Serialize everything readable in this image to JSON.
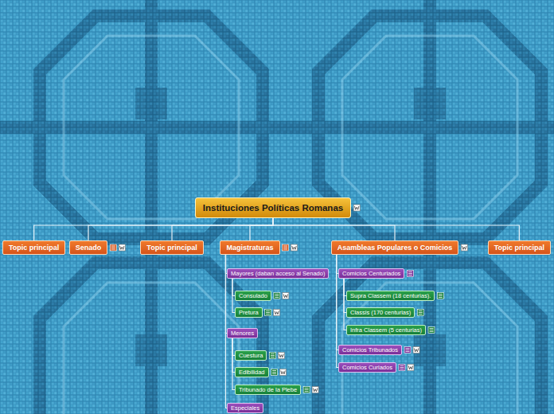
{
  "diagram": {
    "nodes": [
      {
        "text": [
          "Instituciones Políticas Romanas"
        ]
      },
      {
        "text": [
          "Topic principal"
        ]
      },
      {
        "text": [
          "Senado"
        ]
      },
      {
        "text": [
          "Topic principal"
        ]
      },
      {
        "text": [
          "Magistraturas"
        ]
      },
      {
        "text": [
          "Mayores (daban acceso al Senado)"
        ]
      },
      {
        "text": [
          "Consulado"
        ]
      },
      {
        "text": [
          "Pretura"
        ]
      },
      {
        "text": [
          "Menores"
        ]
      },
      {
        "text": [
          "Cuestura"
        ]
      },
      {
        "text": [
          "Edibilidad"
        ]
      },
      {
        "text": [
          "Tribunado de la Plebe"
        ]
      },
      {
        "text": [
          "Especiales"
        ]
      },
      {
        "text": [
          "Asambleas Populares o Comicios"
        ]
      },
      {
        "text": [
          "Comicios Centuriados"
        ]
      },
      {
        "text": [
          "Supra Classem (18 centurias)."
        ]
      },
      {
        "text": [
          "Classis (170 centurias)"
        ]
      },
      {
        "text": [
          "Infra Classem (5 centurias)"
        ]
      },
      {
        "text": [
          "Comicios Tribunados"
        ]
      },
      {
        "text": [
          "Comicios Curiados"
        ]
      },
      {
        "text": [
          "Topic principal"
        ]
      }
    ],
    "edges": [
      {
        "from": 0,
        "to": 1,
        "arrow": "none"
      },
      {
        "from": 0,
        "to": 2,
        "arrow": "none"
      },
      {
        "from": 0,
        "to": 3,
        "arrow": "none"
      },
      {
        "from": 0,
        "to": 4,
        "arrow": "none"
      },
      {
        "from": 0,
        "to": 13,
        "arrow": "none"
      },
      {
        "from": 0,
        "to": 20,
        "arrow": "none"
      },
      {
        "from": 4,
        "to": 5,
        "arrow": "none"
      },
      {
        "from": 4,
        "to": 8,
        "arrow": "none"
      },
      {
        "from": 4,
        "to": 12,
        "arrow": "none"
      },
      {
        "from": 5,
        "to": 6,
        "arrow": "none"
      },
      {
        "from": 5,
        "to": 7,
        "arrow": "none"
      },
      {
        "from": 8,
        "to": 9,
        "arrow": "none"
      },
      {
        "from": 8,
        "to": 10,
        "arrow": "none"
      },
      {
        "from": 8,
        "to": 11,
        "arrow": "none"
      },
      {
        "from": 13,
        "to": 14,
        "arrow": "none"
      },
      {
        "from": 13,
        "to": 18,
        "arrow": "none"
      },
      {
        "from": 13,
        "to": 19,
        "arrow": "none"
      },
      {
        "from": 14,
        "to": 15,
        "arrow": "none"
      },
      {
        "from": 14,
        "to": 16,
        "arrow": "none"
      },
      {
        "from": 14,
        "to": 17,
        "arrow": "none"
      }
    ]
  }
}
